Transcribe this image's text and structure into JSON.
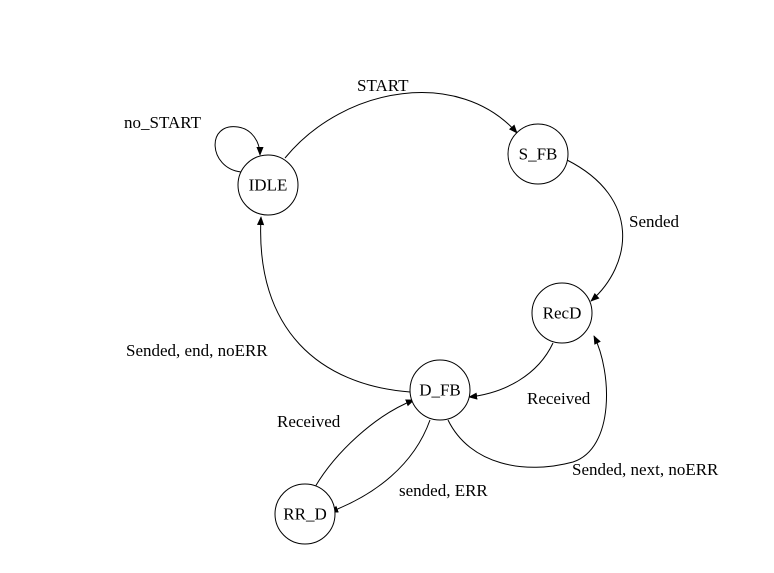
{
  "states": {
    "idle": "IDLE",
    "s_fb": "S_FB",
    "recd": "RecD",
    "d_fb": "D_FB",
    "rr_d": "RR_D"
  },
  "transitions": {
    "idle_self": "no_START",
    "idle_to_sfb": "START",
    "sfb_to_recd": "Sended",
    "recd_to_dfb": "Received",
    "dfb_to_recd": "Sended, next, noERR",
    "dfb_to_idle": "Sended, end, noERR",
    "dfb_to_rrd": "sended, ERR",
    "rrd_to_dfb": "Received"
  },
  "colors": {
    "stroke": "#000000",
    "fill": "#ffffff",
    "background": "#ffffff"
  }
}
